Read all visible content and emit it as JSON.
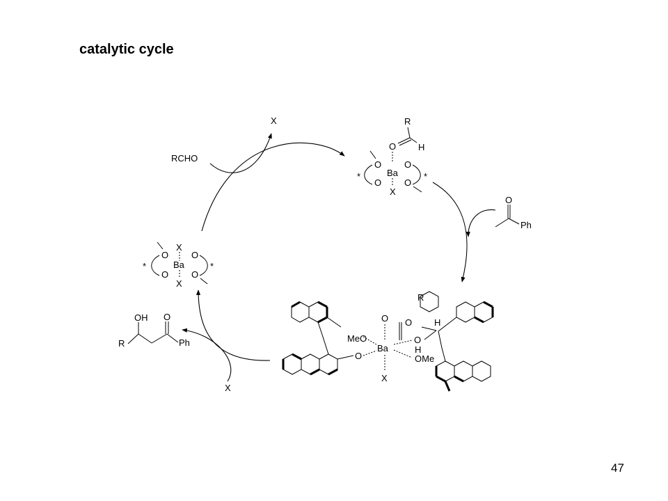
{
  "slide": {
    "title": "catalytic cycle",
    "page_number": "47"
  },
  "labels": {
    "rcho": "RCHO",
    "x_released": "X",
    "x_released_lower": "X",
    "acetophenone_o": "O",
    "acetophenone_ph": "Ph",
    "product_oh": "OH",
    "product_o": "O",
    "product_r": "R",
    "product_ph": "Ph"
  },
  "complex_left": {
    "o_tl": "O",
    "o_tr": "O",
    "o_bl": "O",
    "o_br": "O",
    "x_top": "X",
    "x_bottom": "X",
    "ba": "Ba",
    "star_left": "*",
    "star_right": "*"
  },
  "complex_top": {
    "r": "R",
    "h": "H",
    "o_carbonyl": "O",
    "o_tl": "O",
    "o_tr": "O",
    "o_bl": "O",
    "o_br": "O",
    "x_bottom": "X",
    "ba": "Ba",
    "star_left": "*",
    "star_right": "*"
  },
  "complex_bottom": {
    "meo": "MeO",
    "o_left": "O",
    "o_top": "O",
    "o_enol": "O",
    "ba": "Ba",
    "o_right": "O",
    "h_right": "H",
    "ome": "OMe",
    "x_bottom": "X",
    "r": "R",
    "h_ald": "H"
  }
}
